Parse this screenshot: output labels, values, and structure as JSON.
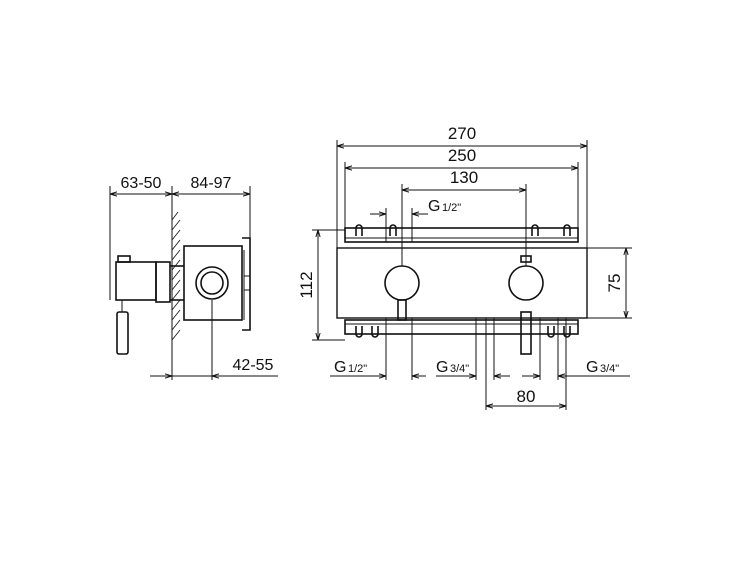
{
  "side_view": {
    "dims": {
      "depth_front": "63-50",
      "depth_rear": "84-97",
      "wall_offset": "42-55"
    }
  },
  "front_view": {
    "dims": {
      "width_overall": "270",
      "width_brackets": "250",
      "handle_spacing": "130",
      "height_overall": "112",
      "height_body": "75",
      "outlet_spacing": "80"
    },
    "threads": {
      "top_g": "G",
      "top_frac": "1/2\"",
      "bottom_left_g": "G",
      "bottom_left_frac": "1/2\"",
      "bottom_mid_g": "G",
      "bottom_mid_frac": "3/4\"",
      "bottom_right_g": "G",
      "bottom_right_frac": "3/4\""
    }
  }
}
